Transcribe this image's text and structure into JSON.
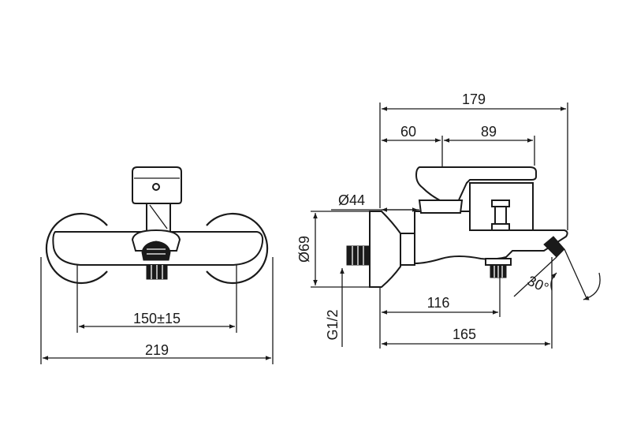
{
  "front_view": {
    "dimensions": {
      "centers": "150±15",
      "overall_width": "219"
    }
  },
  "side_view": {
    "dimensions": {
      "overall_depth": "179",
      "wall_to_handle": "60",
      "handle_depth": "89",
      "flange_diameter": "Ø44",
      "rosette_diameter": "Ø69",
      "thread_size": "G1/2",
      "outlet_distance": "116",
      "spout_depth": "165",
      "spout_angle": "30°"
    }
  },
  "colors": {
    "line": "#1a1a1a",
    "background": "#ffffff"
  }
}
